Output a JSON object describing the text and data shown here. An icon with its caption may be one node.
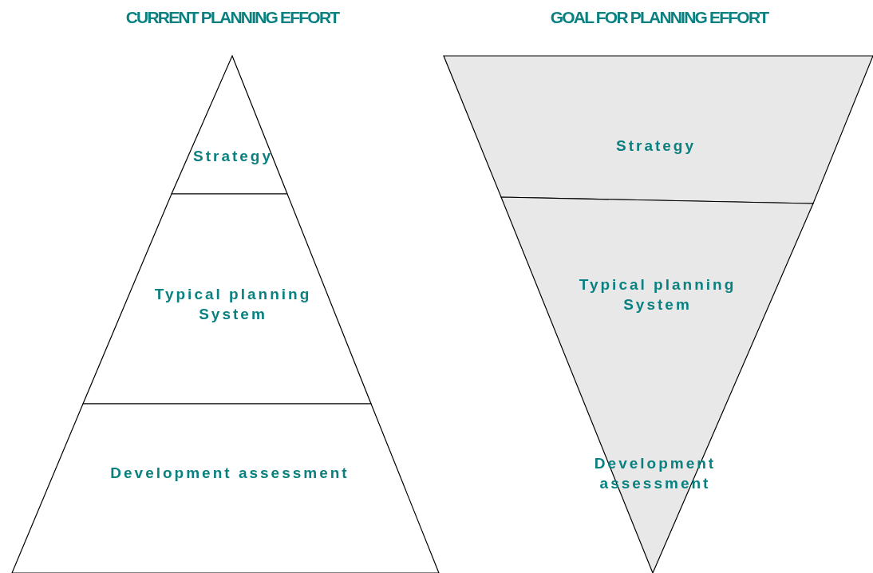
{
  "diagram": {
    "nodes": [
      {
        "text": [
          "CURRENT PLANNING EFFORT"
        ]
      },
      {
        "text": [
          "Strategy"
        ],
        "in": 0
      },
      {
        "text": [
          "Typical planning System"
        ],
        "in": 0
      },
      {
        "text": [
          "Development assessment"
        ],
        "in": 0
      },
      {
        "text": [
          "GOAL FOR PLANNING EFFORT"
        ]
      },
      {
        "text": [
          "Strategy"
        ],
        "in": 4
      },
      {
        "text": [
          "Typical planning System",
          "Development assessment"
        ],
        "in": 4
      }
    ]
  }
}
